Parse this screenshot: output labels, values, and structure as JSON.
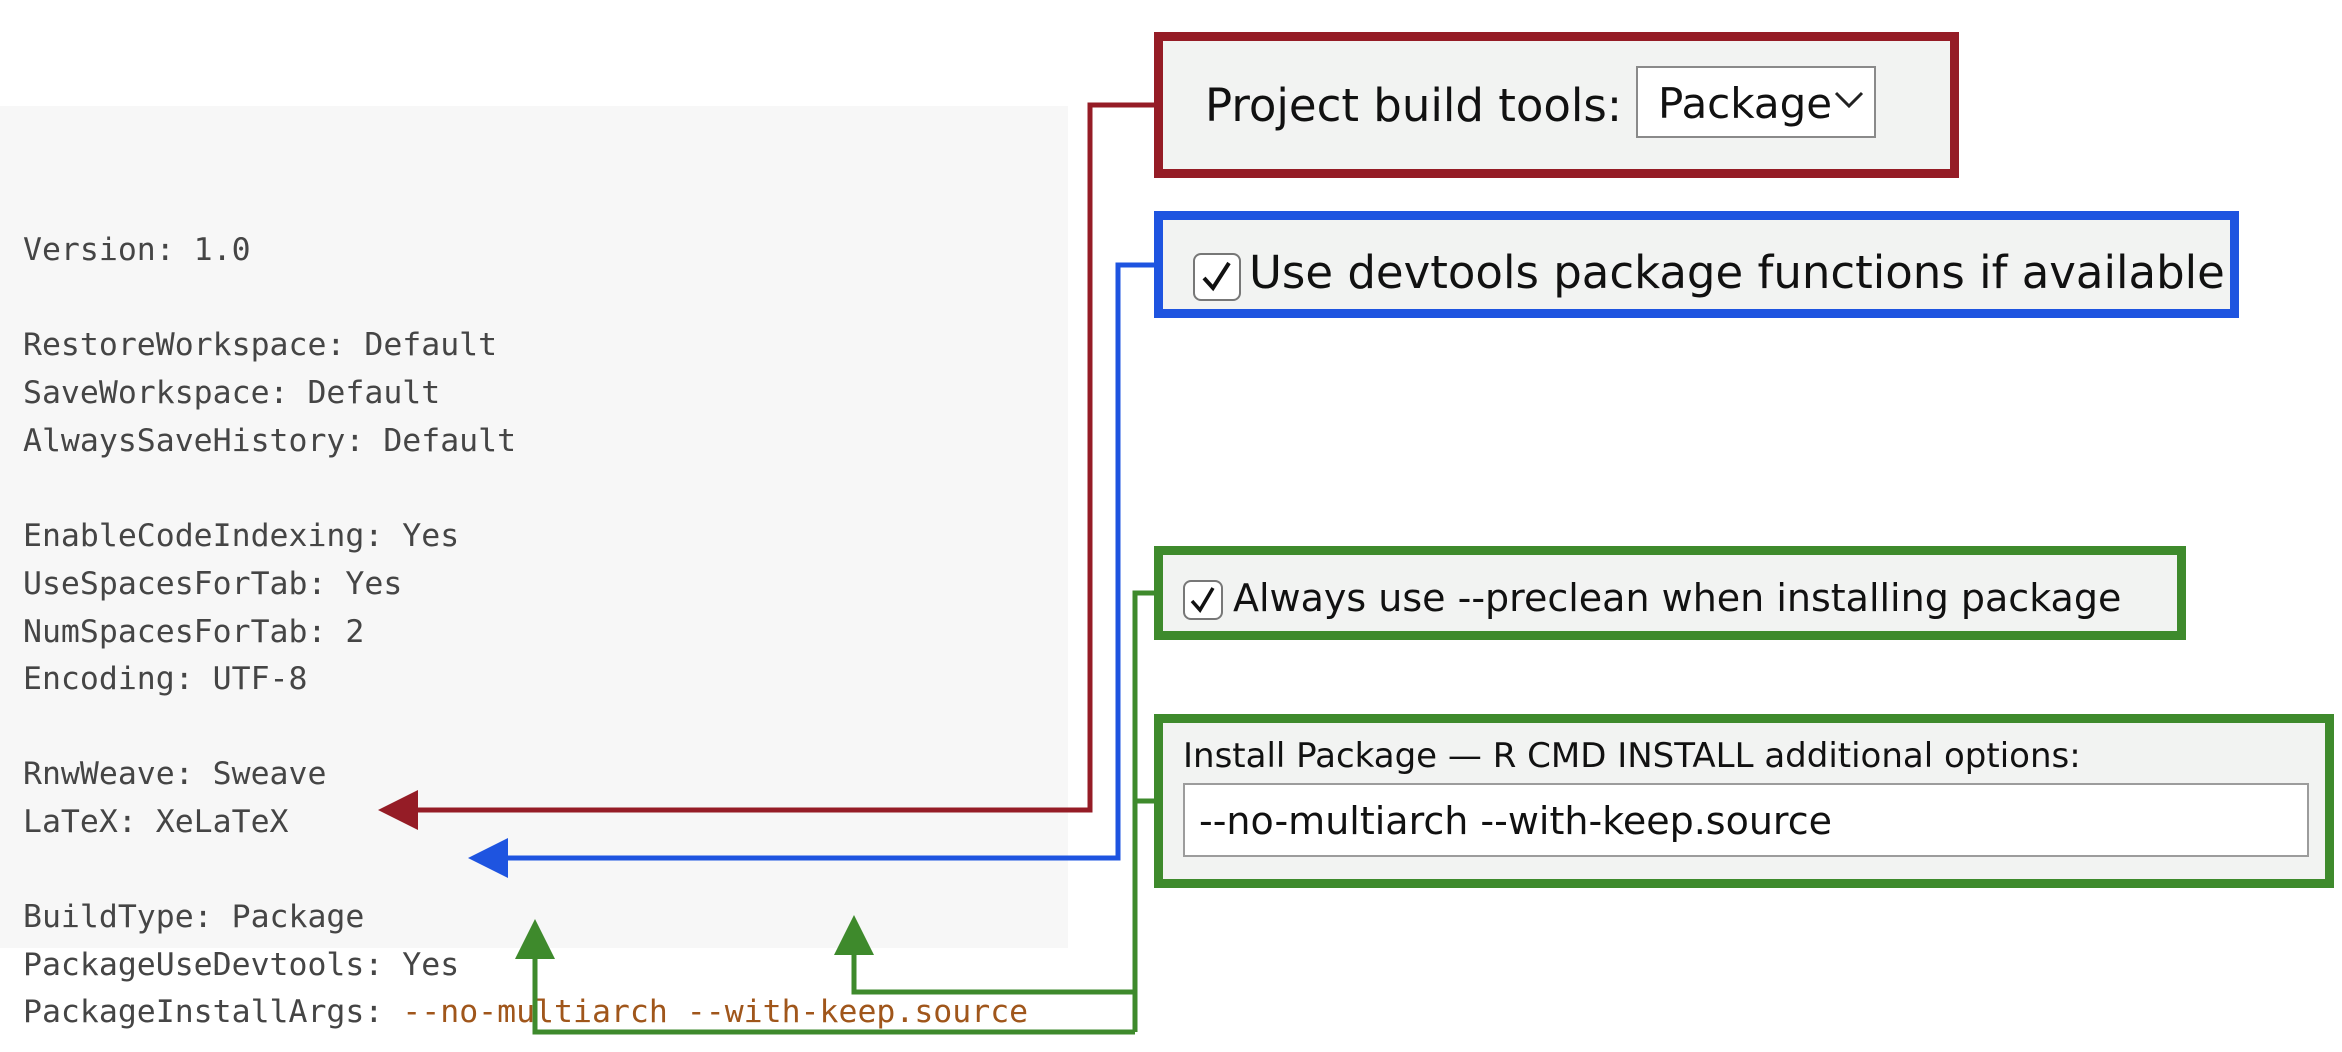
{
  "code": {
    "version": "Version: 1.0",
    "restore_workspace": "RestoreWorkspace: Default",
    "save_workspace": "SaveWorkspace: Default",
    "always_save_history": "AlwaysSaveHistory: Default",
    "enable_code_indexing": "EnableCodeIndexing: Yes",
    "use_spaces_for_tab": "UseSpacesForTab: Yes",
    "num_spaces_for_tab": "NumSpacesForTab: 2",
    "encoding": "Encoding: UTF-8",
    "rnw_weave": "RnwWeave: Sweave",
    "latex": "LaTeX: XeLaTeX",
    "build_type": "BuildType: Package",
    "package_use_devtools": "PackageUseDevtools: Yes",
    "package_install_args_key": "PackageInstallArgs: ",
    "package_install_args_value": "--no-multiarch --with-keep.source"
  },
  "callouts": {
    "build_tools": {
      "label": "Project build tools:",
      "select_value": "Package",
      "select_icon": "chevron-down-icon",
      "color": "#951c26"
    },
    "devtools": {
      "label": "Use devtools package functions if available",
      "checked": true,
      "check_icon": "checkmark-icon",
      "color": "#1e54e0"
    },
    "preclean": {
      "label": "Always use --preclean when installing package",
      "checked": true,
      "check_icon": "checkmark-icon",
      "color": "#3e8a2c"
    },
    "install_options": {
      "label": "Install Package — R CMD INSTALL additional options:",
      "value": "--no-multiarch --with-keep.source",
      "color": "#3e8a2c"
    }
  }
}
